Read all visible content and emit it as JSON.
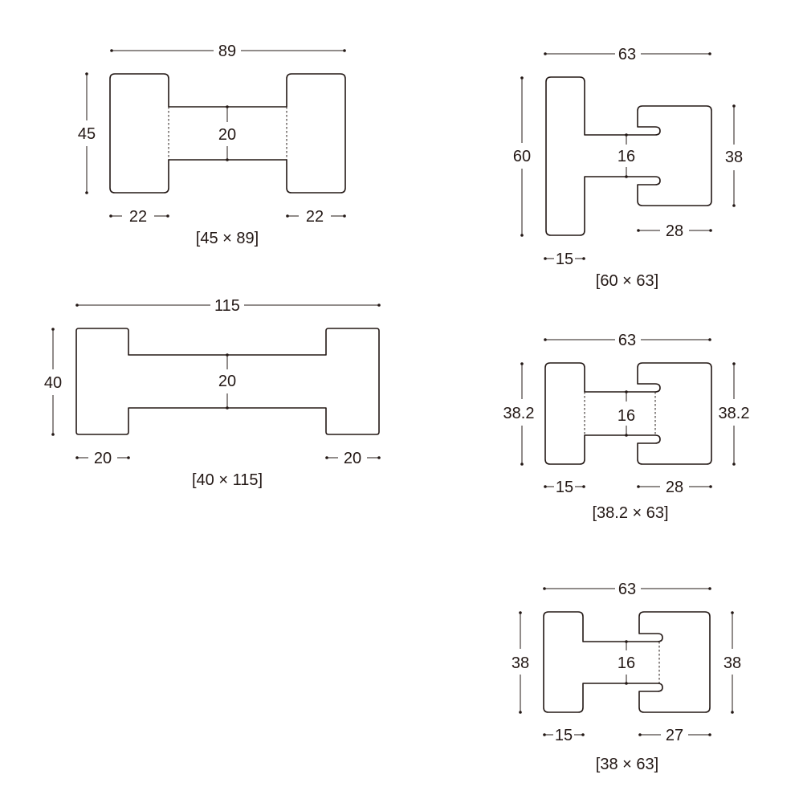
{
  "units": [
    {
      "id": "u1",
      "caption": "[45 × 89]",
      "dims": {
        "width": "89",
        "height": "45",
        "center": "20",
        "left": "22",
        "right": "22"
      }
    },
    {
      "id": "u2",
      "caption": "[40 × 115]",
      "dims": {
        "width": "115",
        "height": "40",
        "center": "20",
        "left": "20",
        "right": "20"
      }
    },
    {
      "id": "u3",
      "caption": "[60 × 63]",
      "dims": {
        "width": "63",
        "height_left": "60",
        "height_right": "38",
        "center": "16",
        "left": "15",
        "right": "28"
      }
    },
    {
      "id": "u4",
      "caption": "[38.2 × 63]",
      "dims": {
        "width": "63",
        "height_left": "38.2",
        "height_right": "38.2",
        "center": "16",
        "left": "15",
        "right": "28"
      }
    },
    {
      "id": "u5",
      "caption": "[38 × 63]",
      "dims": {
        "width": "63",
        "height_left": "38",
        "height_right": "38",
        "center": "16",
        "left": "15",
        "right": "27"
      }
    }
  ]
}
